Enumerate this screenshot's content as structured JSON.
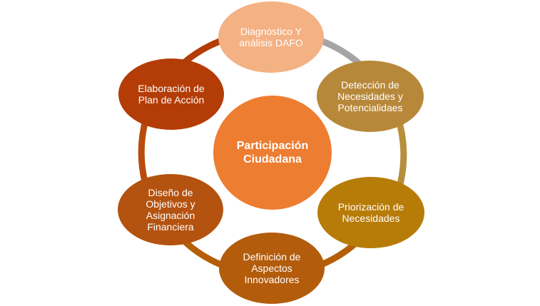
{
  "diagram": {
    "center": {
      "label": "Participación\nCiudadana",
      "color": "#ed7d31"
    },
    "ring_colors": {
      "top_right": "#a5a5a5",
      "right": "#b68e3c",
      "bottom": "#b45f06",
      "left": "#b84c0e",
      "top_left": "#b33c07"
    },
    "nodes": [
      {
        "id": "diagnostico",
        "label": "Diagnóstico Y\nanálisis DAFO",
        "color": "#f4b183"
      },
      {
        "id": "deteccion",
        "label": "Detección de\nNecesidades y\nPotencialidaes",
        "color": "#b8883a"
      },
      {
        "id": "priorizacion",
        "label": "Priorización de\nNecesidades",
        "color": "#b77c08"
      },
      {
        "id": "definicion",
        "label": "Definición de\nAspectos\nInnovadores",
        "color": "#b35c0b"
      },
      {
        "id": "diseno",
        "label": "Diseño de\nObjetivos y\nAsignación\nFinanciera",
        "color": "#b4520f"
      },
      {
        "id": "elaboracion",
        "label": "Elaboración de\nPlan de Acción",
        "color": "#b43c06"
      }
    ]
  }
}
